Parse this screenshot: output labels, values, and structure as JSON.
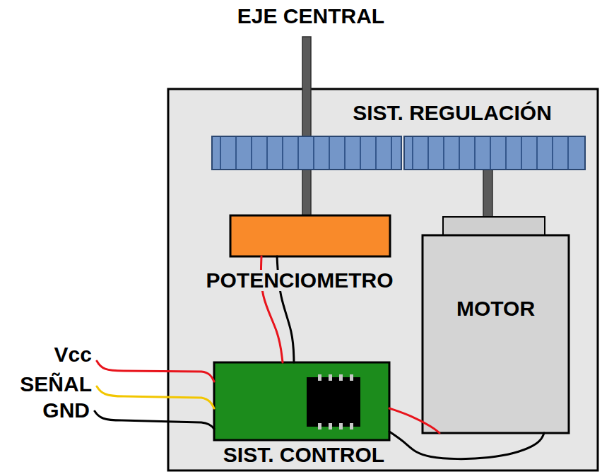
{
  "diagram": {
    "nodes": [
      {
        "text": [
          "SIST. REGULACIÓN"
        ]
      },
      {
        "text": [
          "POTENCIOMETRO"
        ]
      },
      {
        "text": [
          "MOTOR"
        ]
      },
      {
        "text": [
          "SIST. CONTROL"
        ]
      }
    ],
    "edges": [
      {
        "from": 1,
        "to": 3,
        "arrow": "none"
      },
      {
        "from": 3,
        "to": 2,
        "arrow": "none"
      }
    ],
    "labels": [
      "EJE CENTRAL",
      "Vcc",
      "SEÑAL",
      "GND"
    ]
  }
}
